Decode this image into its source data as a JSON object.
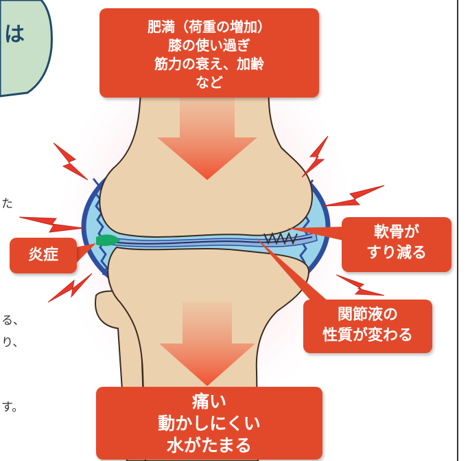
{
  "heading_badge": {
    "text": "は"
  },
  "causes": {
    "lines": [
      "肥満（荷重の増加）",
      "膝の使い過ぎ",
      "筋力の衰え、加齢",
      "など"
    ]
  },
  "inflammation": {
    "label": "炎症"
  },
  "cartilage": {
    "lines": [
      "軟骨が",
      "すり減る"
    ]
  },
  "joint_fluid": {
    "lines": [
      "関節液の",
      "性質が変わる"
    ]
  },
  "symptoms": {
    "lines": [
      "痛い",
      "動かしにくい",
      "水がたまる"
    ]
  },
  "side_text": {
    "fragments": [
      "た",
      "る、",
      "り、",
      "す。"
    ]
  },
  "colors": {
    "label_red": "#e2492b",
    "bone": "#ecd1ae",
    "capsule_blue": "#2f4ea0",
    "fluid_blue": "#9ad4e8",
    "glow_pink": "#f6cfd4",
    "badge_green": "#c8e0c8",
    "inflammation_green": "#18a867"
  }
}
